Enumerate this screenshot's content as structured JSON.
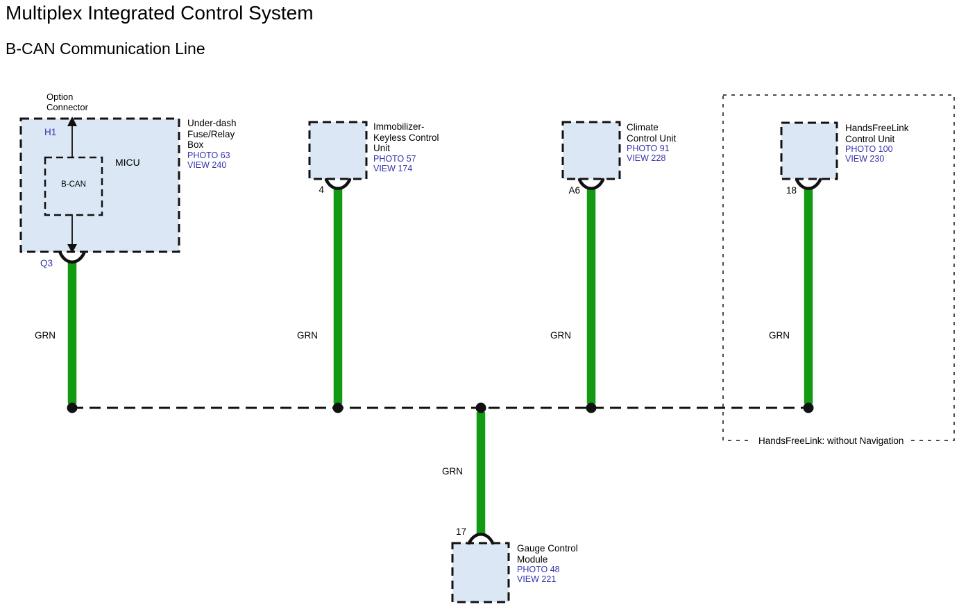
{
  "header": {
    "title": "Multiplex Integrated Control System",
    "subtitle": "B-CAN Communication Line"
  },
  "colors": {
    "wire_green": "#129a12",
    "box_fill": "#dbe7f5",
    "ref_blue": "#3434ad",
    "diagram_black": "#111111"
  },
  "micu": {
    "option_connector_label": "Option\nConnector",
    "pin_top": "H1",
    "micu_label": "MICU",
    "bcan_label": "B-CAN",
    "pin_bottom": "Q3",
    "name": "Under-dash\nFuse/Relay\nBox",
    "photo_ref": "PHOTO 63",
    "view_ref": "VIEW 240",
    "wire_label": "GRN"
  },
  "components": [
    {
      "name": "Immobilizer-\nKeyless Control\nUnit",
      "photo_ref": "PHOTO 57",
      "view_ref": "VIEW 174",
      "pin": "4",
      "wire_label": "GRN"
    },
    {
      "name": "Climate\nControl Unit",
      "photo_ref": "PHOTO 91",
      "view_ref": "VIEW 228",
      "pin": "A6",
      "wire_label": "GRN"
    },
    {
      "name": "HandsFreeLink\nControl Unit",
      "photo_ref": "PHOTO 100",
      "view_ref": "VIEW 230",
      "pin": "18",
      "wire_label": "GRN"
    },
    {
      "name": "Gauge Control\nModule",
      "photo_ref": "PHOTO 48",
      "view_ref": "VIEW 221",
      "pin": "17",
      "wire_label": "GRN"
    }
  ],
  "enclosure": {
    "label": "HandsFreeLink: without Navigation"
  }
}
